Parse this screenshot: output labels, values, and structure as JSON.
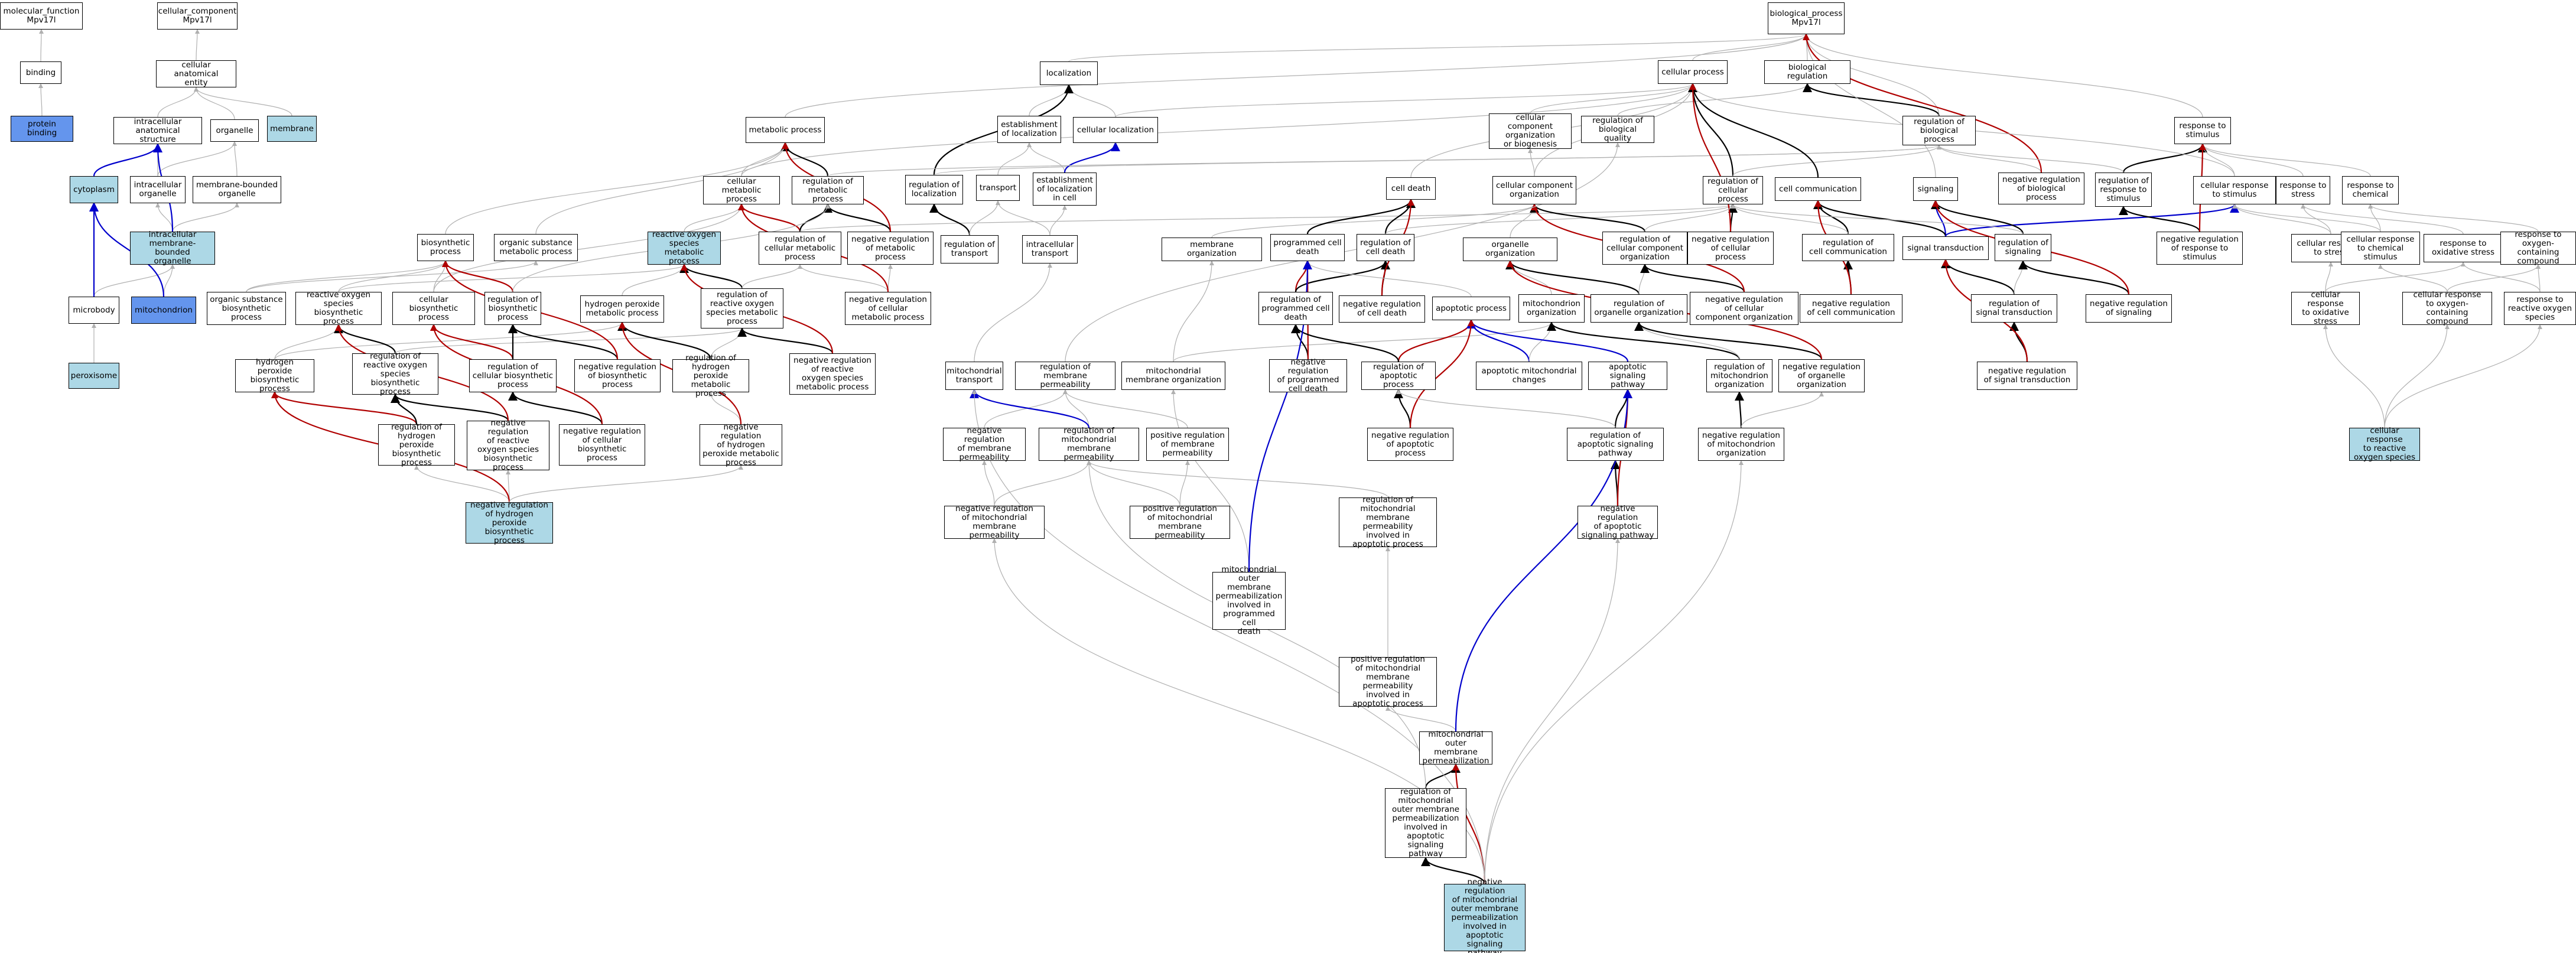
{
  "colors": {
    "default_edge": "#b0b0b0",
    "is_a_black": "#000000",
    "part_of_blue": "#0000cc",
    "regulates_red": "#b00000",
    "node_border": "#000000",
    "highlight_light": "#add8e6",
    "highlight_blue": "#6495ed"
  },
  "nodes": {
    "mf": {
      "label": "molecular_function\nMpv17l"
    },
    "binding": {
      "label": "binding"
    },
    "protein_binding": {
      "label": "protein binding",
      "highlight": "blue"
    },
    "cc": {
      "label": "cellular_component\nMpv17l"
    },
    "cae": {
      "label": "cellular anatomical\nentity"
    },
    "ias": {
      "label": "intracellular\nanatomical structure"
    },
    "organelle": {
      "label": "organelle"
    },
    "membrane": {
      "label": "membrane",
      "highlight": "light"
    },
    "cytoplasm": {
      "label": "cytoplasm",
      "highlight": "light"
    },
    "io": {
      "label": "intracellular\norganelle"
    },
    "mbo": {
      "label": "membrane-bounded\norganelle"
    },
    "imbo": {
      "label": "intracellular\nmembrane-bounded\norganelle",
      "highlight": "light"
    },
    "microbody": {
      "label": "microbody"
    },
    "mito": {
      "label": "mitochondrion",
      "highlight": "blue"
    },
    "perox": {
      "label": "peroxisome",
      "highlight": "light"
    },
    "bp": {
      "label": "biological_process\nMpv17l"
    },
    "cp": {
      "label": "cellular process"
    },
    "breg": {
      "label": "biological regulation"
    },
    "loc": {
      "label": "localization"
    },
    "mp": {
      "label": "metabolic process"
    },
    "ccob": {
      "label": "cellular component\norganization\nor biogenesis"
    },
    "rbq": {
      "label": "regulation of\nbiological quality"
    },
    "rbp": {
      "label": "regulation of\nbiological process"
    },
    "rts": {
      "label": "response to\nstimulus"
    },
    "eol": {
      "label": "establishment\nof localization"
    },
    "cloc": {
      "label": "cellular localization"
    },
    "rol": {
      "label": "regulation of\nlocalization"
    },
    "transport": {
      "label": "transport"
    },
    "eolc": {
      "label": "establishment\nof localization\nin cell"
    },
    "cmp": {
      "label": "cellular metabolic\nprocess"
    },
    "rmp": {
      "label": "regulation of\nmetabolic process"
    },
    "celldeath": {
      "label": "cell death"
    },
    "cco": {
      "label": "cellular component\norganization"
    },
    "rcp": {
      "label": "regulation of\ncellular process"
    },
    "cellcomm": {
      "label": "cell communication"
    },
    "signaling": {
      "label": "signaling"
    },
    "nrbp": {
      "label": "negative regulation\nof biological\nprocess"
    },
    "rrts": {
      "label": "regulation of\nresponse to\nstimulus"
    },
    "crs": {
      "label": "cellular response\nto stimulus"
    },
    "rstress": {
      "label": "response to\nstress"
    },
    "rchem": {
      "label": "response to\nchemical"
    },
    "biosyn": {
      "label": "biosynthetic\nprocess"
    },
    "osmp": {
      "label": "organic substance\nmetabolic process"
    },
    "rosmp": {
      "label": "reactive oxygen\nspecies metabolic\nprocess",
      "highlight": "light"
    },
    "rcmp": {
      "label": "regulation of\ncellular metabolic\nprocess"
    },
    "nrmp": {
      "label": "negative regulation\nof metabolic\nprocess"
    },
    "memorg": {
      "label": "membrane organization"
    },
    "pcd": {
      "label": "programmed cell\ndeath"
    },
    "rcd": {
      "label": "regulation of\ncell death"
    },
    "oo": {
      "label": "organelle organization"
    },
    "nrcp": {
      "label": "negative regulation\nof cellular\nprocess"
    },
    "rcco": {
      "label": "regulation of\ncellular component\norganization"
    },
    "rcc": {
      "label": "regulation of\ncell communication"
    },
    "st": {
      "label": "signal transduction"
    },
    "rsig": {
      "label": "regulation of\nsignaling"
    },
    "nrrts": {
      "label": "negative regulation\nof response to\nstimulus"
    },
    "crstress": {
      "label": "cellular response\nto stress"
    },
    "crchem": {
      "label": "cellular response\nto chemical\nstimulus"
    },
    "ros_stress": {
      "label": "response to\noxidative stress"
    },
    "roxcomp": {
      "label": "response to\noxygen-containing\ncompound"
    },
    "rtransport": {
      "label": "regulation of\ntransport"
    },
    "ict": {
      "label": "intracellular\ntransport"
    },
    "osbp": {
      "label": "organic substance\nbiosynthetic\nprocess"
    },
    "rosbp": {
      "label": "reactive oxygen\nspecies biosynthetic\nprocess"
    },
    "cbp": {
      "label": "cellular biosynthetic\nprocess"
    },
    "rbsp": {
      "label": "regulation of\nbiosynthetic\nprocess"
    },
    "h2o2mp": {
      "label": "hydrogen peroxide\nmetabolic process"
    },
    "rrosmp": {
      "label": "regulation of\nreactive oxygen\nspecies metabolic\nprocess"
    },
    "nrcmp": {
      "label": "negative regulation\nof cellular\nmetabolic process"
    },
    "rpcd": {
      "label": "regulation of\nprogrammed cell\ndeath"
    },
    "nrcd": {
      "label": "negative regulation\nof cell death"
    },
    "apop": {
      "label": "apoptotic process"
    },
    "mitoorg": {
      "label": "mitochondrion\norganization"
    },
    "rorgorg": {
      "label": "regulation of\norganelle organization"
    },
    "nrcco": {
      "label": "negative regulation\nof cellular\ncomponent organization"
    },
    "nrcc": {
      "label": "negative regulation\nof cell communication"
    },
    "rst": {
      "label": "regulation of\nsignal transduction"
    },
    "nrsig": {
      "label": "negative regulation\nof signaling"
    },
    "crox": {
      "label": "cellular response\nto oxidative\nstress"
    },
    "croxcomp": {
      "label": "cellular response\nto oxygen-containing\ncompound"
    },
    "rros": {
      "label": "response to\nreactive oxygen\nspecies"
    },
    "h2o2bp": {
      "label": "hydrogen peroxide\nbiosynthetic\nprocess"
    },
    "rrosbp": {
      "label": "regulation of\nreactive oxygen\nspecies biosynthetic\nprocess"
    },
    "rcbp": {
      "label": "regulation of\ncellular biosynthetic\nprocess"
    },
    "nrbsp": {
      "label": "negative regulation\nof biosynthetic\nprocess"
    },
    "rh2o2mp": {
      "label": "regulation of\nhydrogen peroxide\nmetabolic process"
    },
    "nrrosmp": {
      "label": "negative regulation\nof reactive\noxygen species\nmetabolic process"
    },
    "mt": {
      "label": "mitochondrial\ntransport"
    },
    "rmemperm": {
      "label": "regulation of\nmembrane permeability"
    },
    "mitomemorg": {
      "label": "mitochondrial\nmembrane organization"
    },
    "nrpcd": {
      "label": "negative regulation\nof programmed\ncell death"
    },
    "rapop": {
      "label": "regulation of\napoptotic process"
    },
    "amc": {
      "label": "apoptotic mitochondrial\nchanges"
    },
    "asp": {
      "label": "apoptotic signaling\npathway"
    },
    "rmitoorg": {
      "label": "regulation of\nmitochondrion\norganization"
    },
    "nrorgorg": {
      "label": "negative regulation\nof organelle\norganization"
    },
    "nrst": {
      "label": "negative regulation\nof signal transduction"
    },
    "crros": {
      "label": "cellular response\nto reactive\noxygen species",
      "highlight": "light"
    },
    "rh2o2bp": {
      "label": "regulation of\nhydrogen peroxide\nbiosynthetic\nprocess"
    },
    "nrrosbp": {
      "label": "negative regulation\nof reactive\noxygen species\nbiosynthetic\nprocess"
    },
    "nrcbp": {
      "label": "negative regulation\nof cellular\nbiosynthetic\nprocess"
    },
    "nrh2o2mp": {
      "label": "negative regulation\nof hydrogen\nperoxide metabolic\nprocess"
    },
    "nrmemperm": {
      "label": "negative regulation\nof membrane\npermeability"
    },
    "rmmp": {
      "label": "regulation of\nmitochondrial\nmembrane permeability"
    },
    "prmemperm": {
      "label": "positive regulation\nof membrane\npermeability"
    },
    "nrapop": {
      "label": "negative regulation\nof apoptotic\nprocess"
    },
    "rasp": {
      "label": "regulation of\napoptotic signaling\npathway"
    },
    "nrmitoorg": {
      "label": "negative regulation\nof mitochondrion\norganization"
    },
    "nrh2o2bp": {
      "label": "negative regulation\nof hydrogen\nperoxide biosynthetic\nprocess",
      "highlight": "light"
    },
    "nrmmp": {
      "label": "negative regulation\nof mitochondrial\nmembrane permeability"
    },
    "prmmp": {
      "label": "positive regulation\nof mitochondrial\nmembrane permeability"
    },
    "rmmpap": {
      "label": "regulation of\nmitochondrial\nmembrane permeability\ninvolved in\napoptotic process"
    },
    "nrasp": {
      "label": "negative regulation\nof apoptotic\nsignaling pathway"
    },
    "momppcd": {
      "label": "mitochondrial\nouter membrane\npermeabilization\ninvolved in\nprogrammed cell\ndeath"
    },
    "prmmpap": {
      "label": "positive regulation\nof mitochondrial\nmembrane permeability\ninvolved in\napoptotic process"
    },
    "momp": {
      "label": "mitochondrial\nouter membrane\npermeabilization"
    },
    "rmompasp": {
      "label": "regulation of\nmitochondrial\nouter membrane\npermeabilization\ninvolved in\napoptotic signaling\npathway"
    },
    "nrmompasp": {
      "label": "negative regulation\nof mitochondrial\nouter membrane\npermeabilization\ninvolved in\napoptotic signaling\npathway",
      "highlight": "light"
    }
  }
}
